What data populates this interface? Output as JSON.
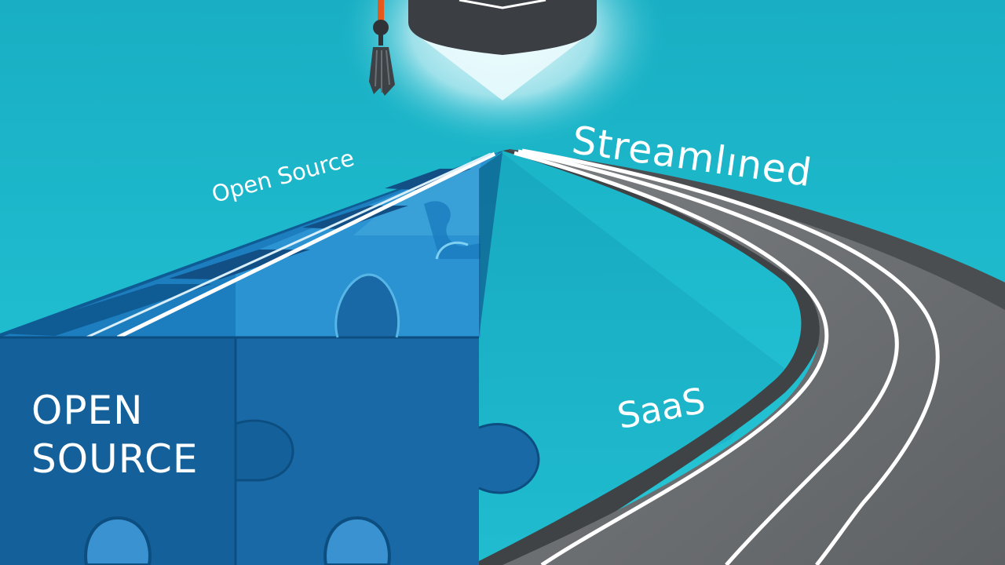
{
  "scene": {
    "colors": {
      "sky_top": "#1eb2c6",
      "sky_bottom": "#25c3d4",
      "puzzle_dark": "#0f5b93",
      "puzzle_mid": "#1679be",
      "puzzle_light": "#3aa0d8",
      "road": "#6b6e71",
      "road_edge": "#45494c",
      "road_lines": "#ffffff",
      "cap": "#3b3f44",
      "tassel": "#e55a1b",
      "text": "#ffffff"
    },
    "labels": {
      "open_source_line1": "OPEN",
      "open_source_line2": "SOURCE",
      "open_source_small": "Open Source",
      "streamlined": "Streamlıned",
      "saas": "SaaS"
    },
    "icons": [
      "graduation-cap-icon",
      "tassel-icon",
      "puzzle-pieces",
      "road"
    ]
  }
}
